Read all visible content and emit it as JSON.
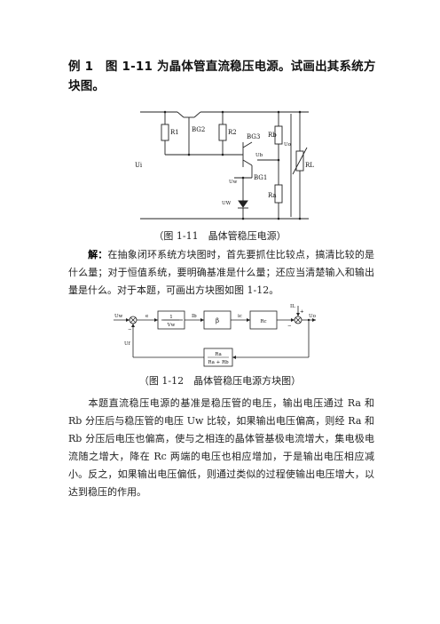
{
  "example": {
    "title": "例 1　图 1-11 为晶体管直流稳压电源。试画出其系统方块图。"
  },
  "figure1": {
    "caption": "（图 1-11　晶体管稳压电源）",
    "labels": {
      "ui": "Ui",
      "r1": "R1",
      "bg2": "BG2",
      "r2": "R2",
      "bg3": "BG3",
      "ub": "Ub",
      "bg1": "BG1",
      "uw": "Uw",
      "uwz": "UW",
      "ra": "Ra",
      "rb": "Rb",
      "uo": "Uo",
      "rl": "RL"
    }
  },
  "solution": {
    "label": "解：",
    "text": "在抽象闭环系统方块图时，首先要抓住比较点，搞清比较的是什么量；对于恒值系统，要明确基准是什么量；还应当清楚输入和输出量是什么。对于本题，可画出方块图如图 1-12。"
  },
  "figure2": {
    "caption": "（图 1-12　晶体管稳压电源方块图）",
    "blocks": {
      "b1_num": "1",
      "b1_den": "Vw",
      "b2": "β",
      "b3": "Rc",
      "fb_num": "Ra",
      "fb_den": "Ra + Rb"
    },
    "signals": {
      "input": "Uw",
      "e": "e",
      "ib": "Ib",
      "ic": "ic",
      "uo": "Uo",
      "io": "IL",
      "uf": "Uf",
      "minus1": "−",
      "minus2": "−",
      "plus": "+"
    }
  },
  "explanation": {
    "text": "本题直流稳压电源的基准是稳压管的电压，输出电压通过 Ra 和 Rb 分压后与稳压管的电压 Uw 比较，如果输出电压偏高，则经 Ra 和 Rb 分压后电压也偏高，使与之相连的晶体管基极电流增大，集电极电流随之增大，降在 Rc 两端的电压也相应增加，于是输出电压相应减小。反之，如果输出电压偏低，则通过类似的过程使输出电压增大，以达到稳压的作用。"
  }
}
